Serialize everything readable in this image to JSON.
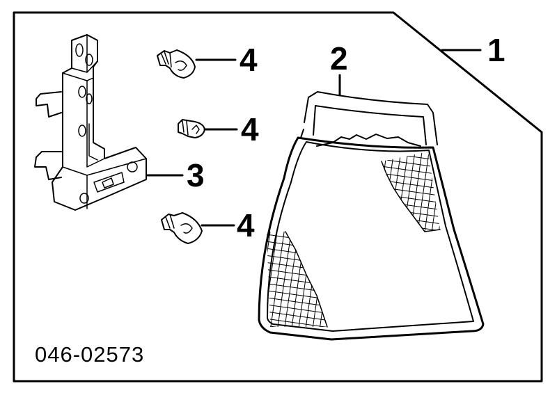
{
  "diagram": {
    "part_code": "046-02573",
    "callouts": {
      "lamp_assembly": "1",
      "lens": "2",
      "bulb_holder": "3",
      "bulb_top": "4",
      "bulb_middle": "4",
      "bulb_bottom": "4"
    }
  }
}
